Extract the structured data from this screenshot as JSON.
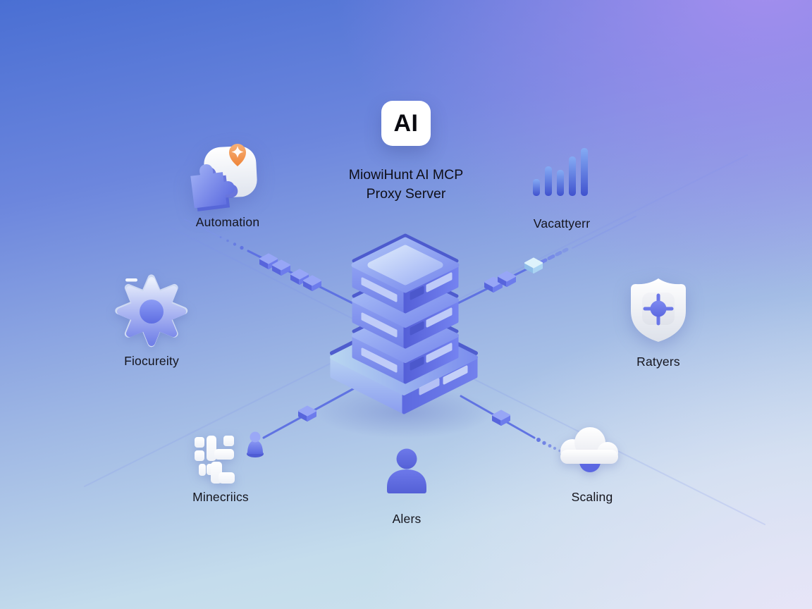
{
  "header": {
    "logo_text": "AI",
    "title_line1": "MiowiHunt AI MCP",
    "title_line2": "Proxy Server"
  },
  "nodes": [
    {
      "id": "automation",
      "label": "Automation",
      "icon": "automation-cube-icon",
      "position": "top-left"
    },
    {
      "id": "analytics",
      "label": "Vacattyerr",
      "icon": "bar-chart-icon",
      "position": "top-right"
    },
    {
      "id": "security",
      "label": "Fiocureity",
      "icon": "gear-sun-icon",
      "position": "mid-left"
    },
    {
      "id": "protection",
      "label": "Ratyers",
      "icon": "shield-icon",
      "position": "mid-right"
    },
    {
      "id": "metrics",
      "label": "Minecriics",
      "icon": "pixel-blocks-icon",
      "position": "bottom-left"
    },
    {
      "id": "alerts",
      "label": "Alers",
      "icon": "user-icon",
      "position": "bottom-center"
    },
    {
      "id": "scaling",
      "label": "Scaling",
      "icon": "cloud-icon",
      "position": "bottom-right"
    }
  ],
  "center_illustration": "isometric-server-stack",
  "colors": {
    "accent_blue": "#5c6fe2",
    "server_blue": "#6d7cec",
    "badge_orange": "#ee8a3e",
    "bg_top_left": "#4a70d4",
    "bg_top_right": "#ab94f0",
    "bg_bottom_left": "#cfe3ee",
    "bg_bottom_right": "#e9e4f8"
  }
}
